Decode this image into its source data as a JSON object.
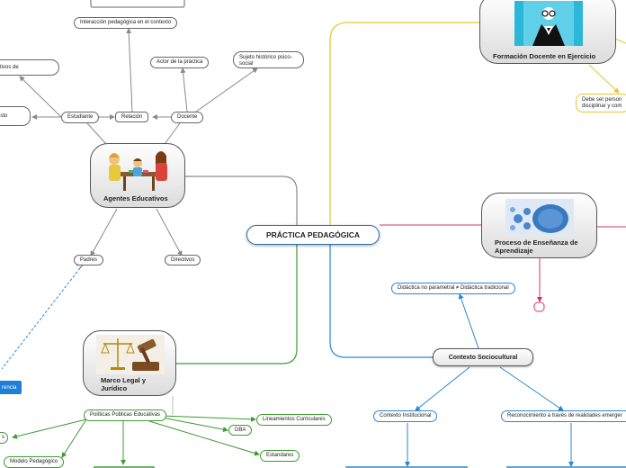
{
  "central": {
    "title": "PRÁCTICA PEDAGÓGICA"
  },
  "agentes": {
    "title": "Agentes Educativos",
    "estudiante": "Estudiante",
    "relacion": "Relación",
    "docente": "Docente",
    "interaccion": "Interacción pedagógica en el contexto",
    "actor": "Actor de la práctica",
    "sujeto": "Sujeto histórico psico-social",
    "left_top": "ctivos de",
    "left_mid": "esto",
    "padres": "Padres",
    "directivos": "Directivos"
  },
  "formacion": {
    "title": "Formación Docente en Ejercicio",
    "note": "Debe ser person disciplinar y com"
  },
  "proceso": {
    "title": "Proceso de Enseñanza de Aprendizaje"
  },
  "contexto": {
    "title": "Contexto Sociocultural",
    "didactica": "Didáctica no parametral ≠ Didáctica tradicional",
    "institucional": "Contexto Institucional",
    "reconocimiento": "Reconocimiento a través de realidades emerger"
  },
  "marco": {
    "title": "Marco Legal y Jurídico",
    "politicas": "Políticas Públicas Educativas",
    "lineamientos": "Lineamientos Curriculares",
    "dba": "DBA",
    "estandares": "Estandares",
    "modelo": "Modelo Pedagógico",
    "left_cut": "s"
  },
  "chip": {
    "label": "rencia"
  },
  "colors": {
    "yellow": "#e6c62a",
    "blue": "#2a86d4",
    "green": "#3e9a34",
    "pink": "#d6336c",
    "gray": "#8a8a8a"
  }
}
